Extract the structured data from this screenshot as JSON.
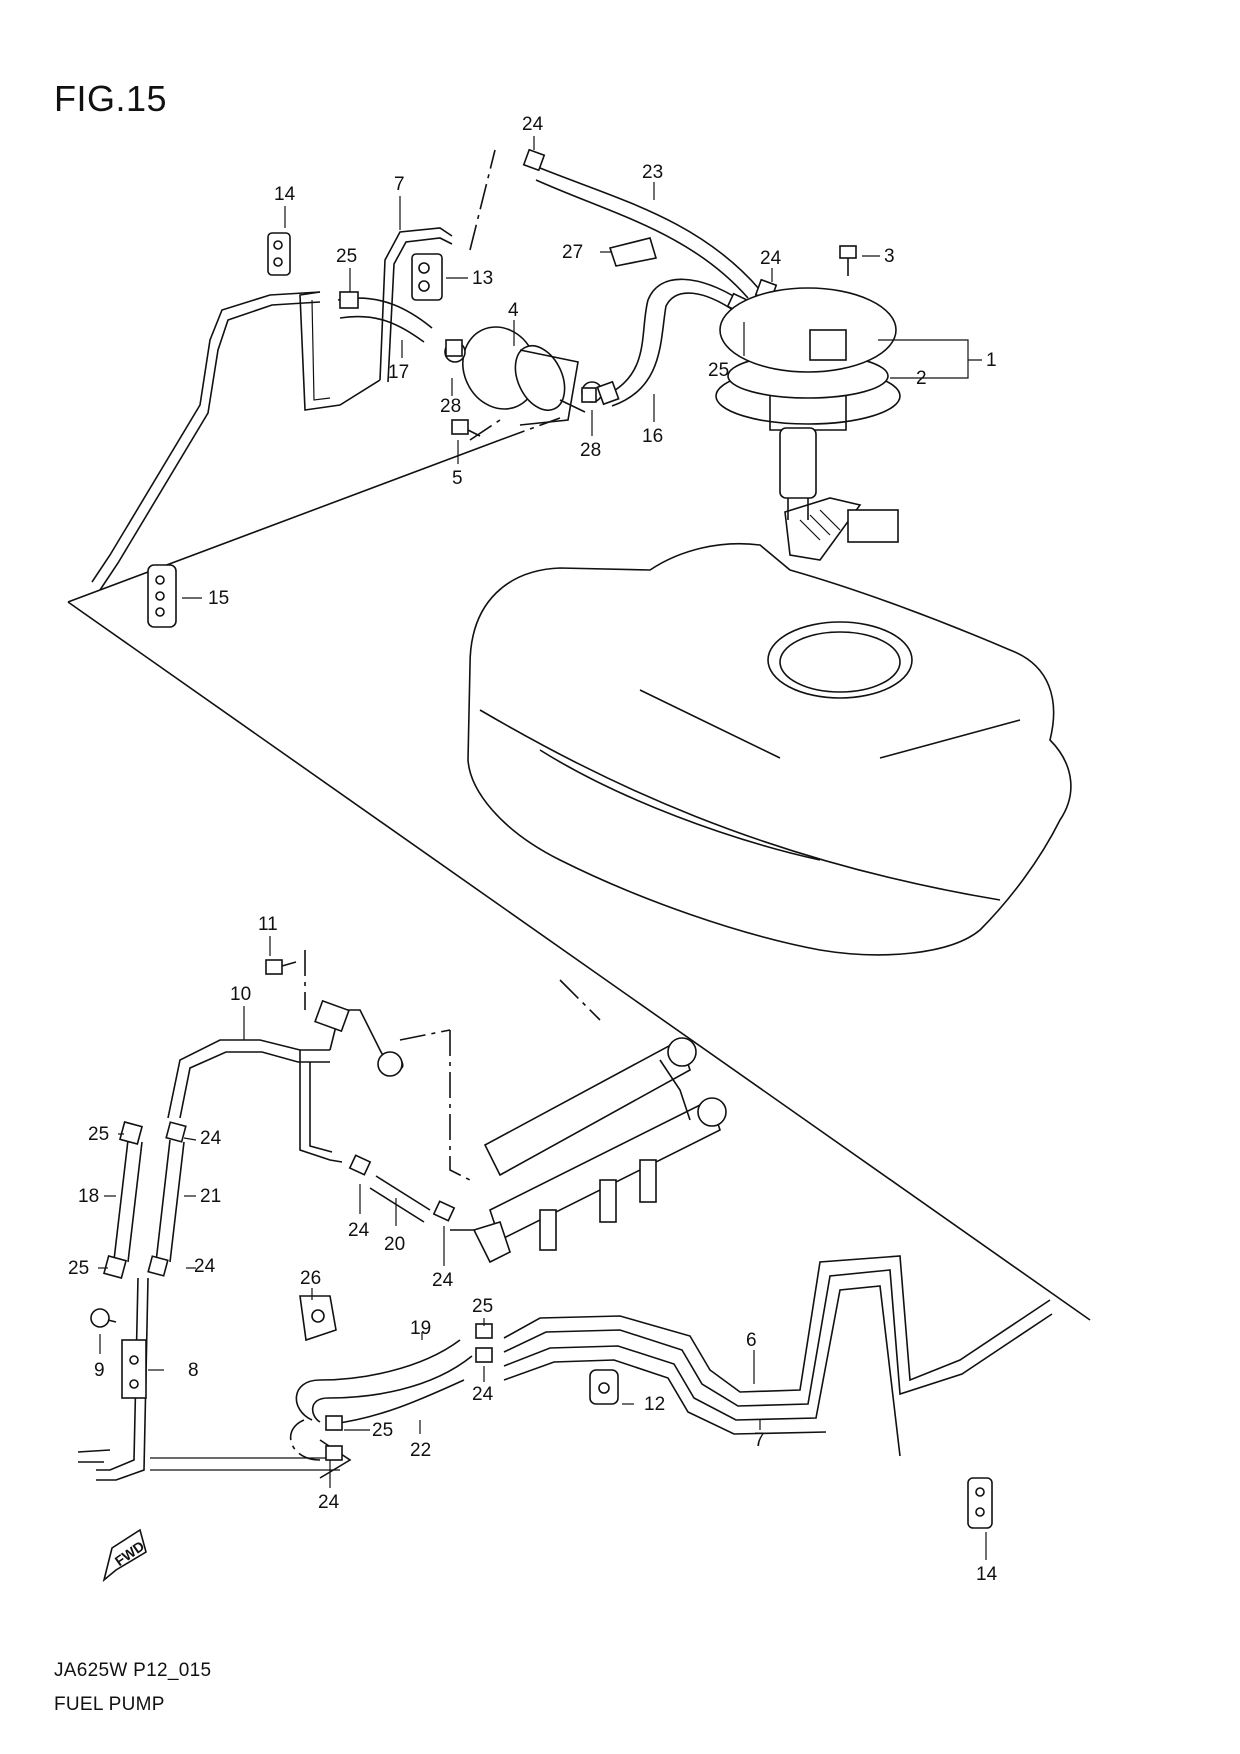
{
  "figure": {
    "title": "FIG.15",
    "code": "JA625W P12_015",
    "name": "FUEL PUMP",
    "fwd_label": "FWD"
  },
  "callouts": [
    "1",
    "2",
    "3",
    "4",
    "5",
    "6",
    "7",
    "8",
    "9",
    "10",
    "11",
    "12",
    "13",
    "14",
    "15",
    "16",
    "17",
    "18",
    "19",
    "20",
    "21",
    "22",
    "23",
    "24",
    "25",
    "26",
    "27",
    "28"
  ],
  "labels": {
    "c24a": "24",
    "c23": "23",
    "c14a": "14",
    "c7a": "7",
    "c25a": "25",
    "c13": "13",
    "c27": "27",
    "c24b": "24",
    "c3": "3",
    "c4": "4",
    "c1": "1",
    "c2": "2",
    "c17": "17",
    "c28a": "28",
    "c28b": "28",
    "c25b": "25",
    "c16": "16",
    "c5": "5",
    "c15": "15",
    "c11": "11",
    "c10": "10",
    "c25c": "25",
    "c24c": "24",
    "c18": "18",
    "c21": "21",
    "c24d": "24",
    "c20": "20",
    "c24e": "24",
    "c25d": "25",
    "c24f": "24",
    "c26": "26",
    "c19": "19",
    "c25e": "25",
    "c6": "6",
    "c9": "9",
    "c8": "8",
    "c24g": "24",
    "c12": "12",
    "c7b": "7",
    "c25f": "25",
    "c22": "22",
    "c24h": "24",
    "c14b": "14"
  }
}
